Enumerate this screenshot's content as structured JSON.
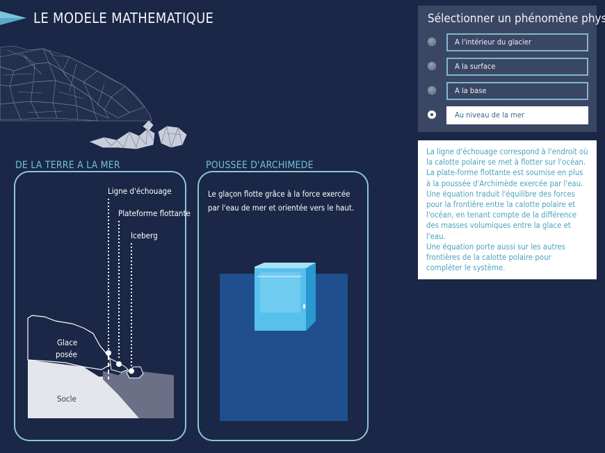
{
  "page": {
    "title": "LE MODELE MATHEMATIQUE"
  },
  "selector": {
    "title": "Sélectionner un phénomène physique",
    "options": [
      {
        "label": "A l'intérieur du glacier",
        "selected": false
      },
      {
        "label": "A la surface",
        "selected": false
      },
      {
        "label": "A la base",
        "selected": false
      },
      {
        "label": "Au niveau de la mer",
        "selected": true
      }
    ]
  },
  "description": {
    "paragraph1": "La ligne d'échouage correspond à l'endroit où la calotte polaire se met à flotter sur l'océan. La plate-forme flottante est soumise en plus à la poussée d'Archimède exercée par l'eau. Une équation traduit l'équilibre des forces pour la frontière entre la calotte polaire et l'océan, en tenant compte de la différence des masses volumiques entre la glace et l'eau.",
    "paragraph2": "Une équation porte aussi sur les autres frontières de la calotte polaire pour compléter le système."
  },
  "earth_to_sea": {
    "title": "DE LA TERRE A LA MER",
    "labels": {
      "grounding_line": "Ligne d'échouage",
      "floating_platform": "Plateforme flottante",
      "iceberg": "Iceberg",
      "grounded_ice_line1": "Glace",
      "grounded_ice_line2": "posée",
      "bedrock": "Socle"
    }
  },
  "archimedes": {
    "title": "POUSSEE D'ARCHIMEDE",
    "text": "Le glaçon flotte grâce à la force exercée par l'eau de mer et orientée vers le haut."
  },
  "colors": {
    "background": "#1b2746",
    "accent": "#6fc3d8",
    "panel_border": "#8fc6d6",
    "water": "#1f4f8e",
    "selector_bg": "#3a4764"
  }
}
